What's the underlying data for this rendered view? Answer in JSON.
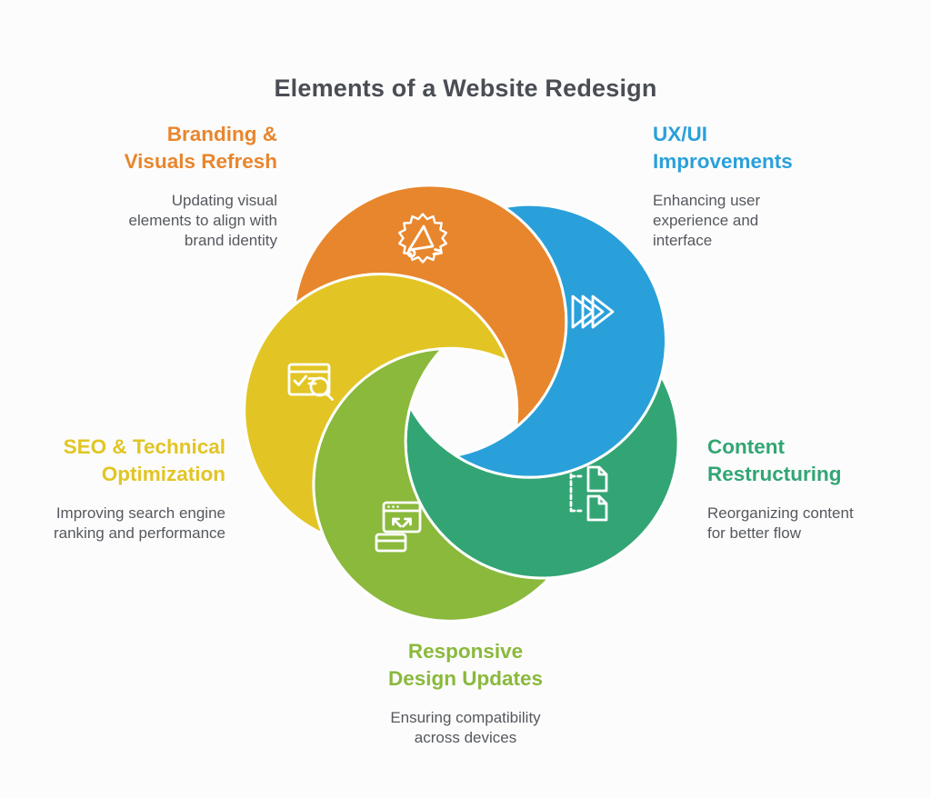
{
  "title": "Elements of a Website Redesign",
  "colors": {
    "background": "#FCFCFC",
    "title_text": "#4A4E54",
    "body_text": "#55585E",
    "separator_stroke": "#FFFFFF",
    "icon_stroke": "#FFFFFF"
  },
  "segments": [
    {
      "id": "branding",
      "label": "Branding &\nVisuals Refresh",
      "description": "Updating visual\nelements to align with\nbrand identity",
      "color": "#E8862D",
      "icon": "megaphone-burst-icon"
    },
    {
      "id": "uxui",
      "label": "UX/UI\nImprovements",
      "description": "Enhancing user\nexperience and\ninterface",
      "color": "#2AA0DA",
      "icon": "fast-forward-icon"
    },
    {
      "id": "content",
      "label": "Content\nRestructuring",
      "description": "Reorganizing content\nfor better flow",
      "color": "#33A574",
      "icon": "documents-flow-icon"
    },
    {
      "id": "responsive",
      "label": "Responsive\nDesign Updates",
      "description": "Ensuring compatibility\nacross devices",
      "color": "#8AB93C",
      "icon": "responsive-window-icon"
    },
    {
      "id": "seo",
      "label": "SEO & Technical\nOptimization",
      "description": "Improving search engine\nranking and performance",
      "color": "#E2C524",
      "icon": "seo-audit-icon"
    }
  ]
}
